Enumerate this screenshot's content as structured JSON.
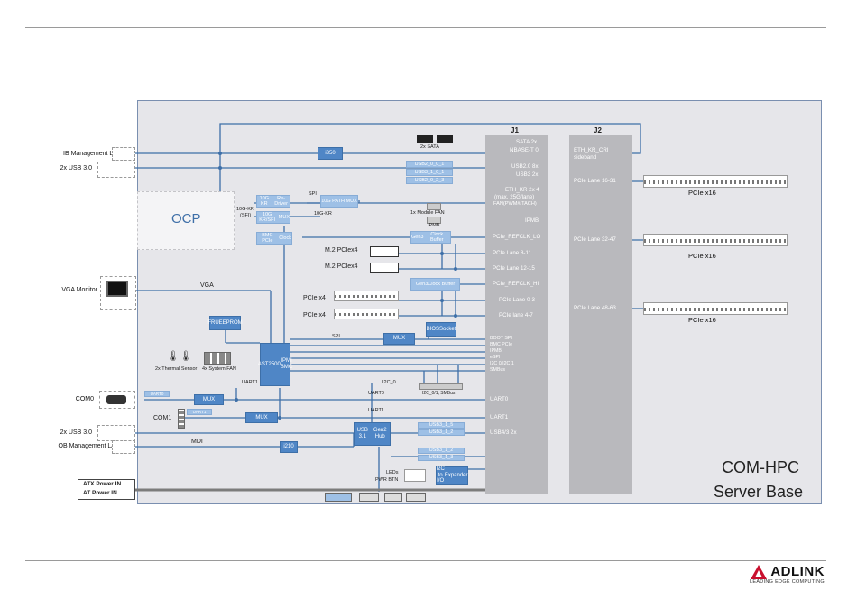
{
  "board": {
    "title_line1": "COM-HPC",
    "title_line2": "Server Base",
    "ocp": "OCP",
    "j1": "J1",
    "j2": "J2"
  },
  "external": {
    "ib_lan": "IB Management LAN",
    "usb3_top": "2x USB 3.0",
    "vga_monitor": "VGA Monitor",
    "com0": "COM0",
    "usb3_bottom": "2x USB 3.0",
    "ob_lan": "OB Management LAN",
    "atx_power": "ATX Power IN",
    "at_power": "AT Power IN"
  },
  "j1_signals": [
    "SATA 2x",
    "NBASE-T 0",
    "USB2.0 8x",
    "USB3 2x",
    "ETH_KR 2x 4",
    "(max. 25G/lane)",
    "FAN(PWM#/TACH)",
    "IPMB",
    "PCIe_REFCLK_LO",
    "PCIe Lane 8-11",
    "PCIe Lane 12-15",
    "PCIe_REFCLK_HI",
    "PCIe Lane 0-3",
    "PCIe lane 4-7",
    "BOOT SPI",
    "BMC PCIe",
    "IPMB",
    "eSPI",
    "I2C 0/I2C 1",
    "SMBus",
    "UART0",
    "UART1",
    "USB4/3 2x"
  ],
  "j2_signals": [
    "ETH_KR_CRI",
    "sideband",
    "PCIe Lane 16-31",
    "PCIe Lane 32-47",
    "PCIe Lane 48-63"
  ],
  "slots": {
    "x16_a": "PCIe x16",
    "x16_b": "PCIe x16",
    "x16_c": "PCIe x16",
    "m2_a": "M.2 PCIex4",
    "m2_b": "M.2 PCIex4",
    "x4_a": "PCIe x4",
    "x4_b": "PCIe x4"
  },
  "chips": {
    "i350": "i350",
    "i210": "i210",
    "ast2500_l1": "AST2500",
    "ast2500_l2": "IPMI BMC",
    "fru_l1": "FRU",
    "fru_l2": "EEPROM",
    "mux_top": "MUX",
    "mux_com0": "MUX",
    "mux_com1": "MUX",
    "bios_l1": "BIOS",
    "bios_l2": "Socket",
    "hub_l1": "USB 3.1",
    "hub_l2": "Gen2 Hub",
    "i2c_l1": "I2C to I/O",
    "i2c_l2": "Expander",
    "clk_lo_l1": "Gen3",
    "clk_lo_l2": "Clock Buffer",
    "clk_hi_l1": "Gen3",
    "clk_hi_l2": "Clock Buffer",
    "bmc_clk_l1": "BMC PCIe",
    "bmc_clk_l2": "Clock",
    "ocp_mux_l1": "10G KR",
    "ocp_mux_l2": "Re-Driver",
    "ocp_mux2_l1": "10G KR/SFI",
    "ocp_mux2_l2": "MUX",
    "sfp_l1": "10G PATH",
    "sfp_l2": "MUX"
  },
  "labels": {
    "sata": "2x SATA",
    "usb2_0": "USB2_0_0_1",
    "usb2_1": "USB3_1_0_1",
    "usb2_2": "USB2_0_2_3",
    "module_fan": "1x Module FAN",
    "ipmb": "IPMB",
    "vga": "VGA",
    "spi": "SPI",
    "thermal": "2x Thermal Sensor",
    "sysfan": "4x System FAN",
    "uart1": "UART1",
    "uart0": "UART0",
    "uart1b": "UART1",
    "i2c0": "I2C_0",
    "i2c_smbus": "I2C_0/1, SMBus",
    "com1": "COM1",
    "mdi": "MDI",
    "usb_a1": "USB3_1_5",
    "usb_a2": "USB3_1_2",
    "usb_b1": "USB3_1_2",
    "usb_b2": "USB3_1_3",
    "leds": "LEDs",
    "pwr": "PWR BTN",
    "kr10g": "10G-KR",
    "sfi": "(SFI)",
    "kr10g_b": "10G-KR",
    "spi_b": "SPI",
    "uart_lbl": "UART0",
    "uart_lbl2": "UART1"
  },
  "brand": {
    "name": "ADLINK",
    "tagline": "LEADING EDGE COMPUTING"
  },
  "colors": {
    "chip": "#4f86c6",
    "chip_light": "#9ec0e6",
    "line": "#3e6fa8",
    "board": "#e6e6ea",
    "connector": "#b9b9bd"
  }
}
